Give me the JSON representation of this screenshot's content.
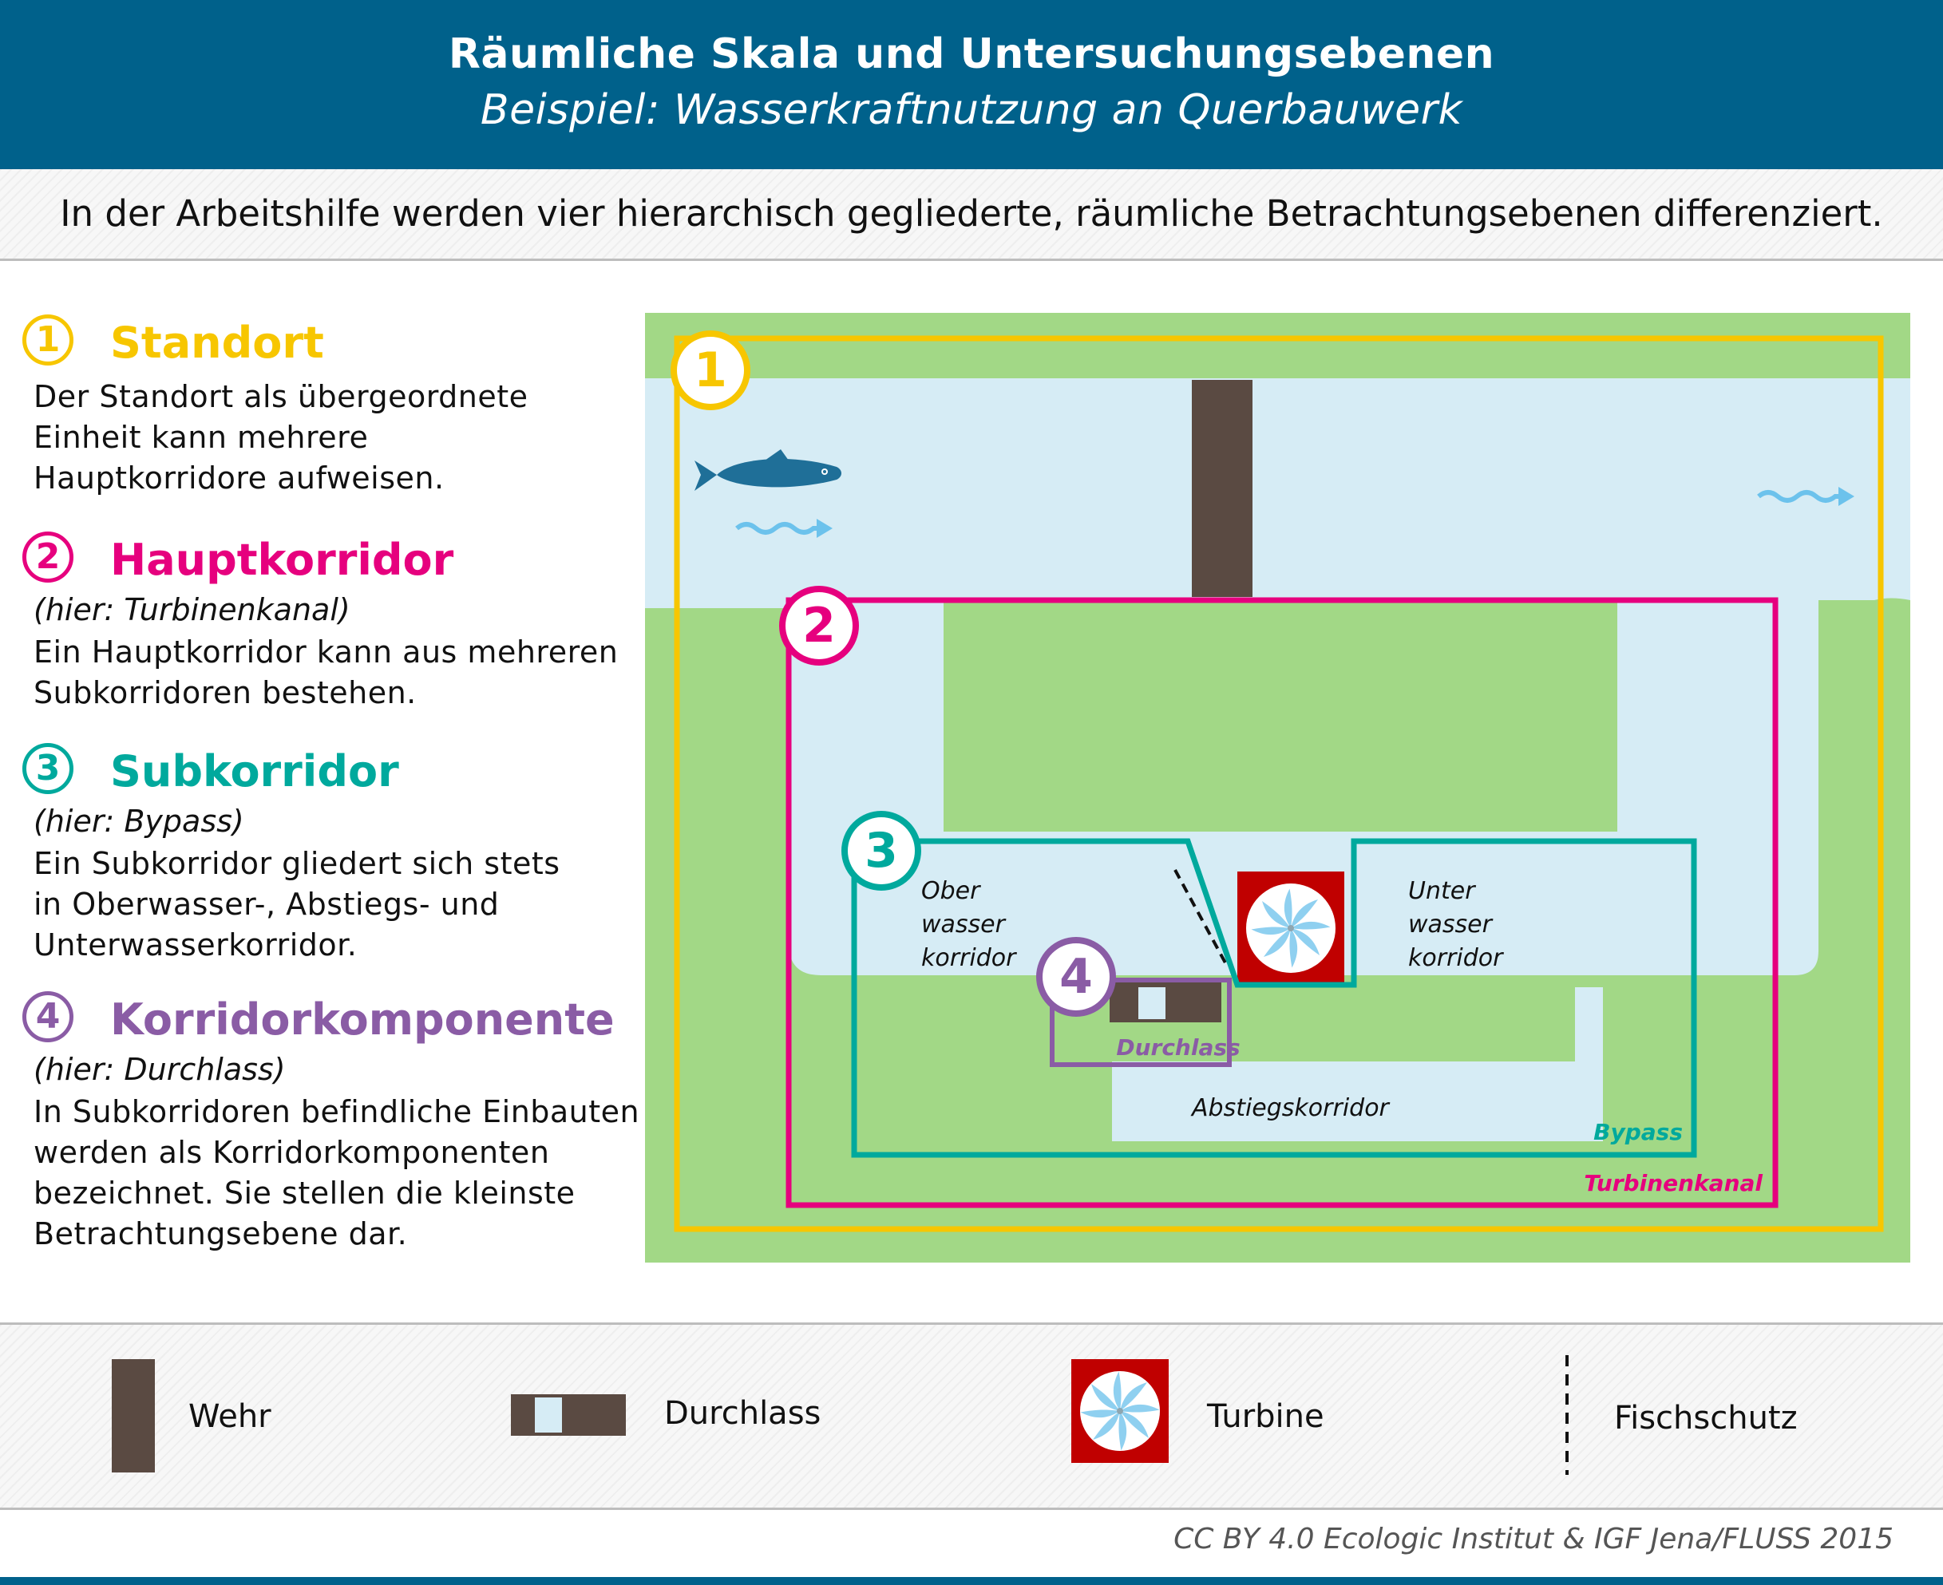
{
  "header": {
    "title": "Räumliche Skala und Untersuchungsebenen",
    "subtitle": "Beispiel: Wasserkraftnutzung an Querbauwerk"
  },
  "intro": "In der Arbeitshilfe werden vier hierarchisch gegliederte, räumliche Betrachtungsebenen differenziert.",
  "levels": [
    {
      "number": "1",
      "title": "Standort",
      "subtitle": "",
      "color": "#f7c600",
      "desc": [
        "Der Standort als übergeordnete",
        "Einheit kann mehrere",
        "Hauptkorridore aufweisen."
      ]
    },
    {
      "number": "2",
      "title": "Hauptkorridor",
      "subtitle": "(hier: Turbinenkanal)",
      "color": "#e6007e",
      "desc": [
        "Ein Hauptkorridor kann aus mehreren",
        "Subkorridoren bestehen."
      ]
    },
    {
      "number": "3",
      "title": "Subkorridor",
      "subtitle": "(hier: Bypass)",
      "color": "#00a99d",
      "desc": [
        "Ein Subkorridor gliedert sich stets",
        "in Oberwasser-, Abstiegs- und",
        "Unterwasserkorridor."
      ]
    },
    {
      "number": "4",
      "title": "Korridorkomponente",
      "subtitle": "(hier: Durchlass)",
      "color": "#8a5ca5",
      "desc": [
        "In Subkorridoren befindliche Einbauten",
        "werden als Korridorkomponenten",
        "bezeichnet. Sie stellen die kleinste",
        "Betrachtungsebene dar."
      ]
    }
  ],
  "diagram": {
    "labels": {
      "oberwasser": [
        "Ober",
        "wasser",
        "korridor"
      ],
      "unterwasser": [
        "Unter",
        "wasser",
        "korridor"
      ],
      "abstieg": "Abstiegskorridor",
      "durchlass": "Durchlass",
      "bypass": "Bypass",
      "turbinenkanal": "Turbinenkanal"
    },
    "colors": {
      "land": "#a2d886",
      "water": "#d6ecf5",
      "weir": "#5a4a42",
      "turbine": "#c00000",
      "fish": "#1f6f98",
      "flow": "#6cc2ec"
    }
  },
  "legend": {
    "wehr": "Wehr",
    "durchlass": "Durchlass",
    "turbine": "Turbine",
    "fischschutz": "Fischschutz"
  },
  "footer": "CC BY 4.0  Ecologic Institut & IGF Jena/FLUSS 2015"
}
